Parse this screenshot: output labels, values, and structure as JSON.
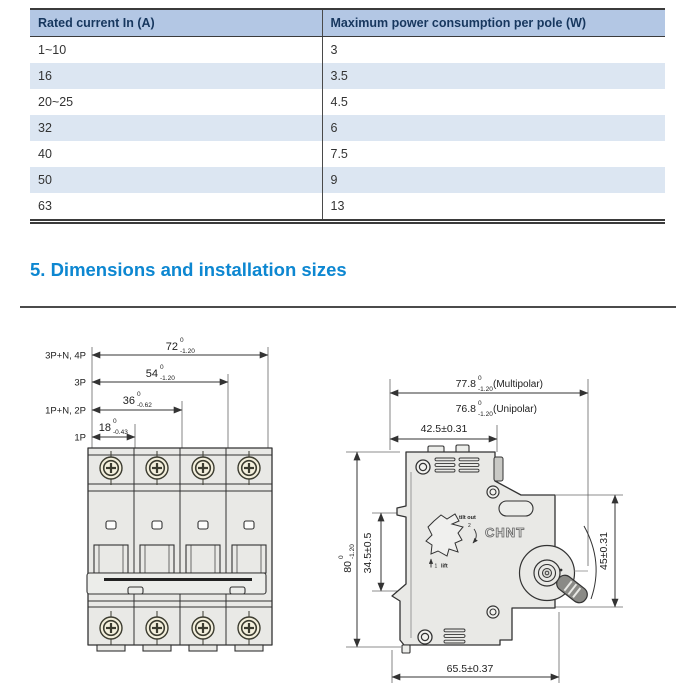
{
  "table": {
    "headers": [
      "Rated current In (A)",
      "Maximum power consumption per pole (W)"
    ],
    "rows": [
      [
        "1~10",
        "3"
      ],
      [
        "16",
        "3.5"
      ],
      [
        "20~25",
        "4.5"
      ],
      [
        "32",
        "6"
      ],
      [
        "40",
        "7.5"
      ],
      [
        "50",
        "9"
      ],
      [
        "63",
        "13"
      ]
    ]
  },
  "section": {
    "title": "5. Dimensions and installation sizes"
  },
  "front_view": {
    "pole_labels": [
      "3P+N, 4P",
      "3P",
      "1P+N, 2P",
      "1P"
    ],
    "dims": [
      {
        "value": "72",
        "sup": "0",
        "sub": "-1.20"
      },
      {
        "value": "54",
        "sup": "0",
        "sub": "-1.20"
      },
      {
        "value": "36",
        "sup": "0",
        "sub": "-0.62"
      },
      {
        "value": "18",
        "sup": "0",
        "sub": "-0.43"
      }
    ]
  },
  "side_view": {
    "dim_width_multipolar": {
      "value": "77.8",
      "sup": "0",
      "sub": "-1.20",
      "note": "(Multipolar)"
    },
    "dim_width_unipolar": {
      "value": "76.8",
      "sup": "0",
      "sub": "-1.20",
      "note": "(Unipolar)"
    },
    "dim_top_depth": "42.5±0.31",
    "dim_height": {
      "value": "80",
      "sup": "0",
      "sub": "-1.20"
    },
    "dim_din_slot": "34.5±0.5",
    "dim_front_height": "45±0.31",
    "dim_bottom_depth": "65.5±0.37",
    "brand": "CHNT",
    "tilt_label": "tilt out",
    "tilt_step": "2",
    "lift_step": "1",
    "lift_label": "lift"
  },
  "colors": {
    "heading_blue": "#0d87d1",
    "table_header_bg": "#b3c7e4",
    "table_stripe_bg": "#dce6f2",
    "line_dark": "#3b3b3b"
  }
}
